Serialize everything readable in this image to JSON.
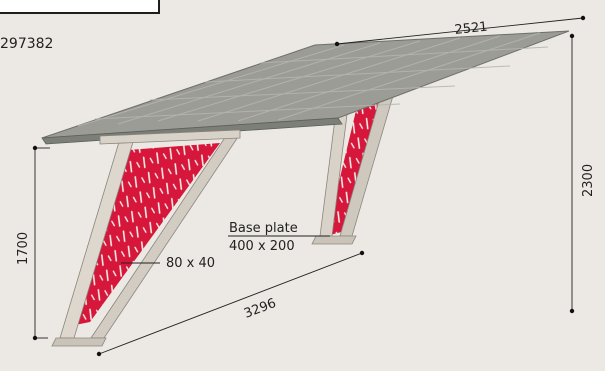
{
  "product": {
    "code_suffix": "297382"
  },
  "dimensions": {
    "roof_width": "2521",
    "total_height": "2300",
    "support_height": "1700",
    "length": "3296",
    "profile": "80 x 40",
    "base_plate_label": "Base plate",
    "base_plate_size": "400 x 200"
  },
  "colors": {
    "background": "#ece9e4",
    "panel": "#d6163a",
    "frame": "#d8d2c9",
    "roof": "#8d8f88",
    "dimension_line": "#222222"
  }
}
